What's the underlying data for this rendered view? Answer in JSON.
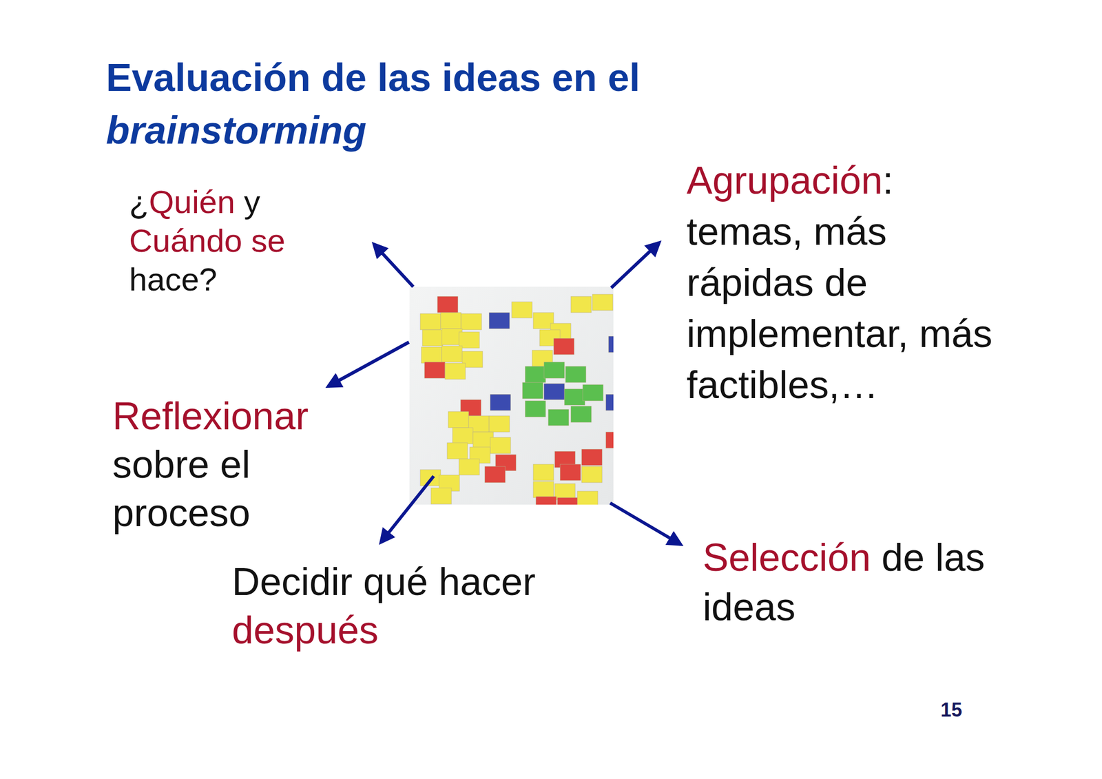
{
  "diagram": {
    "title": "Evaluación de las ideas en el brainstorming",
    "labels": [
      "¿Quién y Cuándo se hace?",
      "Agrupación: temas, más rápidas de implementar, más factibles,…",
      "Reflexionar sobre el proceso",
      "Decidir qué hacer después",
      "Selección de las ideas",
      "15"
    ]
  }
}
